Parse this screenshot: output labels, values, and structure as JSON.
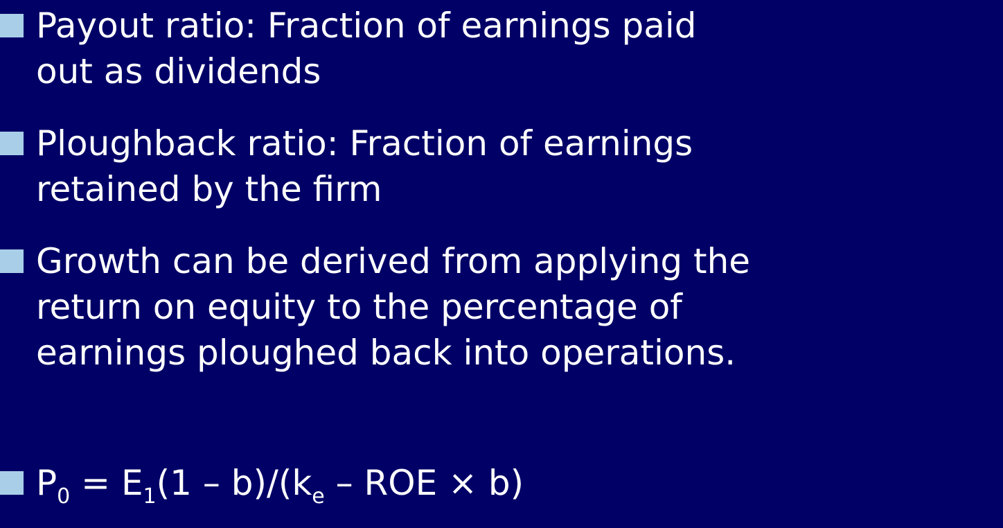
{
  "slide": {
    "bullets": [
      {
        "lines": [
          "Payout ratio: Fraction of earnings paid",
          "out as dividends"
        ]
      },
      {
        "lines": [
          "Ploughback ratio: Fraction of earnings",
          "retained by the firm"
        ]
      },
      {
        "lines": [
          "Growth can be derived from applying the",
          "return on equity to the percentage of",
          "earnings ploughed back into operations."
        ]
      }
    ],
    "formula": {
      "p": "P",
      "p_sub": "0",
      "eq": " = ",
      "e": "E",
      "e_sub": "1",
      "mid": "(1 – b)/(k",
      "k_sub": "e",
      "tail": " – ROE × b)"
    }
  },
  "colors": {
    "background": "#000066",
    "text": "#ffffff",
    "bullet_marker": "#a9cfe8"
  }
}
